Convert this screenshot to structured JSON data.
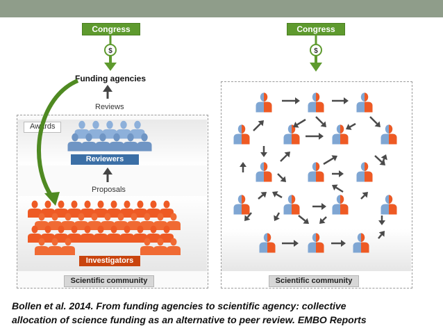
{
  "left": {
    "congress": "Congress",
    "dollar": "$",
    "funding_agencies": "Funding agencies",
    "reviews": "Reviews",
    "awards": "Awards",
    "reviewers": "Reviewers",
    "proposals": "Proposals",
    "investigators": "Investigators",
    "scientific_community": "Scientific community"
  },
  "right": {
    "congress": "Congress",
    "dollar": "$",
    "scientific_community": "Scientific community"
  },
  "caption": {
    "line1": "Bollen et al. 2014. From funding agencies to scientific agency: collective",
    "line2": "allocation of science funding as an alternative to peer review. EMBO Reports"
  },
  "colors": {
    "topbar": "#8f9d8a",
    "congress_green": "#5e9a2e",
    "reviewer_blue": "#6f95c4",
    "investigator_orange": "#ee5a24",
    "arrow_gray": "#4a4a4a"
  }
}
